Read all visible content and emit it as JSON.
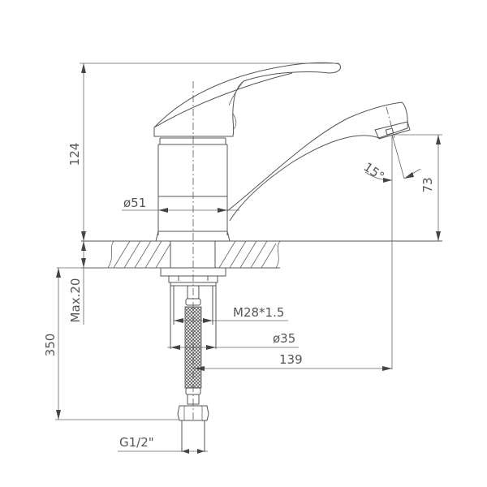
{
  "drawing": {
    "subject": "single-lever basin faucet",
    "view": "side elevation with dimensions"
  },
  "dimensions": {
    "overall_height": "124",
    "body_diameter": "ø51",
    "spout_outlet_height": "73",
    "outlet_angle": "15°",
    "max_deck_thickness": "Max.20",
    "hose_length": "350",
    "mounting_thread": "M28*1.5",
    "shank_diameter": "ø35",
    "spout_reach": "139",
    "connection_thread": "G1/2\""
  },
  "colors": {
    "line": "#555555",
    "text": "#555555",
    "background": "#ffffff"
  }
}
